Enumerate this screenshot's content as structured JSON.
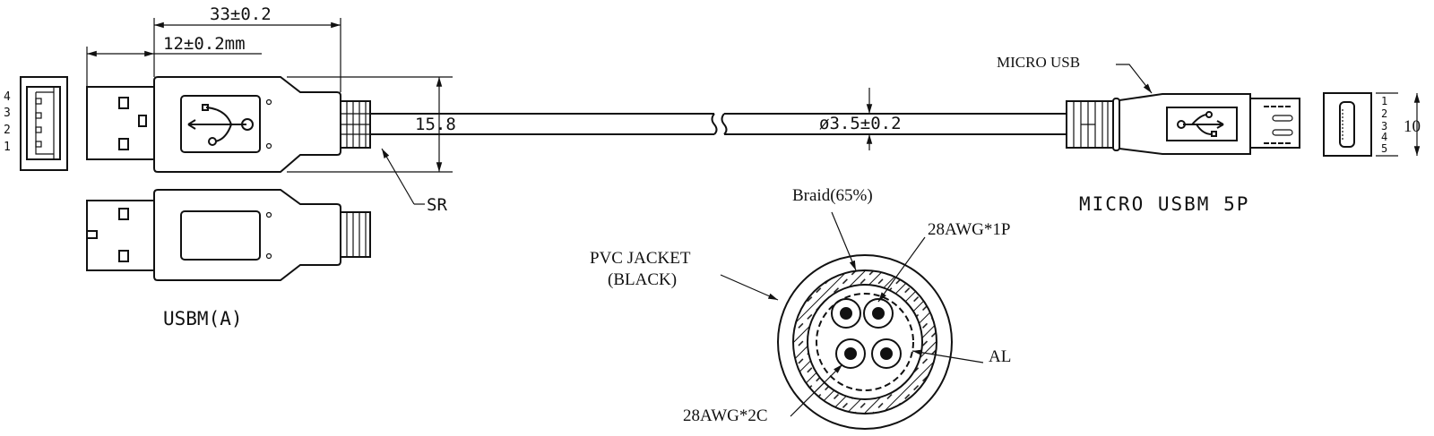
{
  "usb_a": {
    "dim_overall": "33±0.2",
    "dim_plug": "12±0.2mm",
    "dim_height": "15.8",
    "strain_relief_label": "SR",
    "pins": [
      "4",
      "3",
      "2",
      "1"
    ],
    "title": "USBM(A)"
  },
  "cable": {
    "diameter_label": "ø3.5±0.2"
  },
  "micro_usb": {
    "callout": "MICRO USB",
    "pins": [
      "1",
      "2",
      "3",
      "4",
      "5"
    ],
    "dim_height": "10",
    "title": "MICRO USBM 5P"
  },
  "cross_section": {
    "braid": "Braid(65%)",
    "pair_1p": "28AWG*1P",
    "jacket_line1": "PVC JACKET",
    "jacket_line2": "(BLACK)",
    "foil": "AL",
    "pair_2c": "28AWG*2C"
  }
}
